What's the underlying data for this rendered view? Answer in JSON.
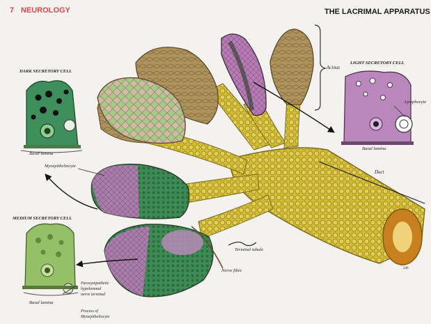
{
  "header": {
    "chapter_number": "7",
    "chapter_title": "NEUROLOGY",
    "plate_title": "THE LACRIMAL APPARATUS"
  },
  "cells": {
    "dark_title": "DARK SECRETORY CELL",
    "light_title": "LIGHT SECRETORY CELL",
    "medium_title": "MEDIUM SECRETORY CELL"
  },
  "labels": {
    "acinus": "Acinus",
    "basal_lamina_dark": "Basal lamina",
    "basal_lamina_light": "Basal lamina",
    "basal_lamina_medium": "Basal lamina",
    "lymphocyte": "Lymphocyte",
    "myoepitheliocyte": "Myoepitheliocyte",
    "duct": "Duct",
    "terminal_tubule": "Terminal tubule",
    "nerve_fibre": "Nerve fibre",
    "parasympathetic_line1": "Parasympathetic",
    "parasympathetic_line2": "hypolemmal",
    "parasympathetic_line3": "nerve terminal",
    "process_line1": "Process of",
    "process_line2": "Myoepitheliocyte",
    "page_number": "249"
  },
  "colors": {
    "chapter_red": "#e0474c",
    "duct_yellow": "#d8c23a",
    "acinus_tan": "#b79a63",
    "dark_cell_green": "#3f8a5a",
    "light_cell_purple": "#b47ab5",
    "medium_cell_green": "#8fb65a",
    "arrow": "#111111"
  }
}
